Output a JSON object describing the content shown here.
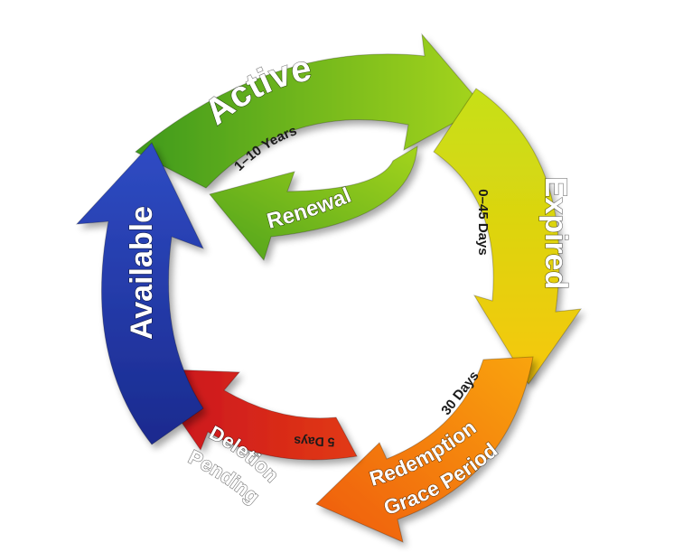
{
  "stages": {
    "active": "Active",
    "expired": "Expired",
    "redemption_line1": "Redemption",
    "redemption_line2": "Grace Period",
    "pending_line1": "Pending",
    "pending_line2": "Deletion",
    "available": "Available",
    "renewal": "Renewal"
  },
  "durations": {
    "active": "1–10 Years",
    "expired": "0–45 Days",
    "redemption": "30 Days",
    "pending": "5 Days"
  },
  "colors": {
    "active": "#5fb322",
    "expired": "#f0d10a",
    "redemption": "#f47d0b",
    "pending": "#d61a1a",
    "available": "#1b2f9c",
    "renewal": "#76c31f"
  }
}
